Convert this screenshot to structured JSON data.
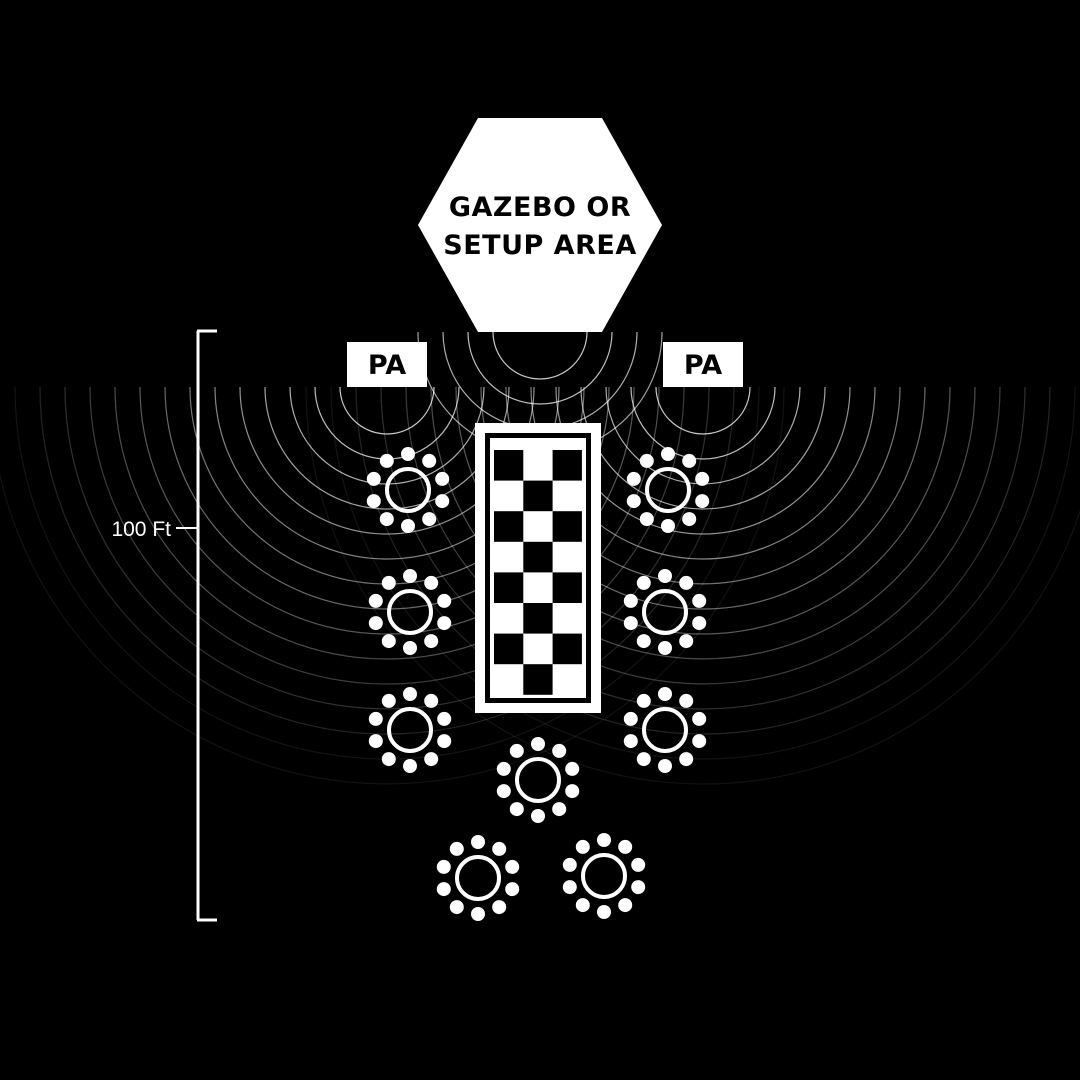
{
  "setup_area": {
    "line1": "GAZEBO OR",
    "line2": "SETUP AREA"
  },
  "speakers": {
    "left_label": "PA",
    "right_label": "PA"
  },
  "scale": {
    "label": "100 Ft"
  },
  "dance_floor": {
    "rows": 8,
    "cols": 3
  },
  "tables": {
    "count": 9,
    "chairs_per_table": 10
  },
  "colors": {
    "background": "#000000",
    "foreground": "#ffffff",
    "sound_waves": "#ffffff"
  }
}
